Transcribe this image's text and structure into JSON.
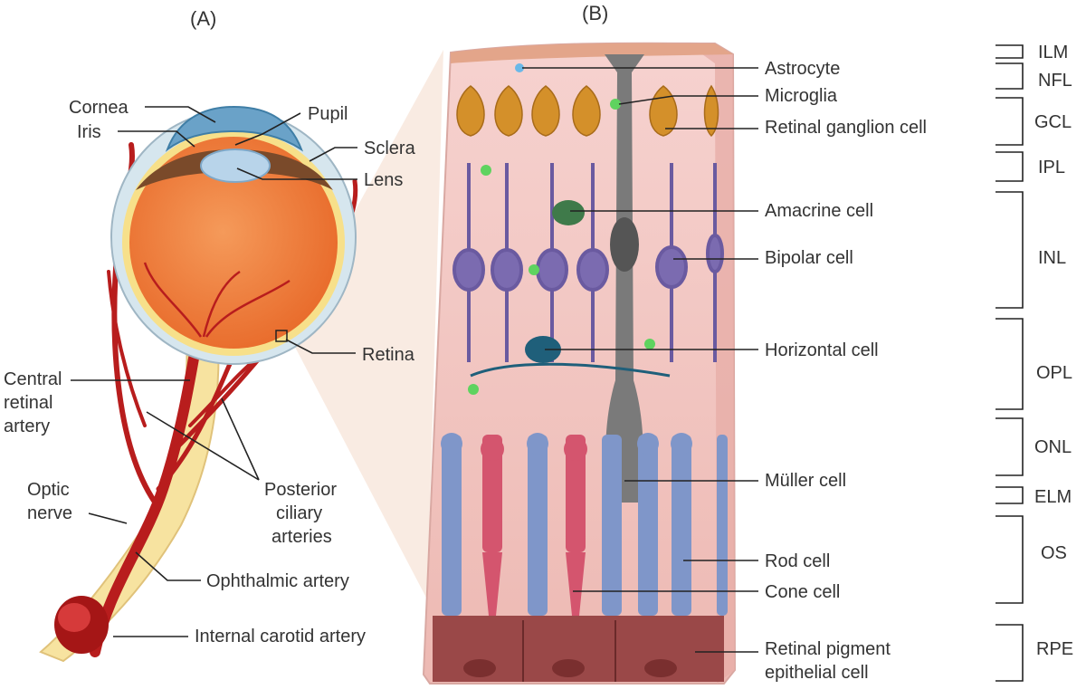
{
  "panel_a": {
    "title": "(A)",
    "labels": {
      "cornea": "Cornea",
      "iris": "Iris",
      "pupil": "Pupil",
      "sclera": "Sclera",
      "lens": "Lens",
      "retina": "Retina",
      "central_retinal_artery": [
        "Central",
        "retinal",
        "artery"
      ],
      "optic_nerve": [
        "Optic",
        "nerve"
      ],
      "posterior_ciliary_arteries": [
        "Posterior",
        "ciliary",
        "arteries"
      ],
      "ophthalmic_artery": "Ophthalmic artery",
      "internal_carotid_artery": "Internal carotid artery"
    }
  },
  "panel_b": {
    "title": "(B)",
    "cells": {
      "astrocyte": "Astrocyte",
      "microglia": "Microglia",
      "retinal_ganglion_cell": "Retinal ganglion cell",
      "amacrine_cell": "Amacrine cell",
      "bipolar_cell": "Bipolar cell",
      "horizontal_cell": "Horizontal cell",
      "muller_cell": "Müller cell",
      "rod_cell": "Rod cell",
      "cone_cell": "Cone cell",
      "rpe_cell": [
        "Retinal pigment",
        "epithelial cell"
      ]
    },
    "layers": [
      "ILM",
      "NFL",
      "GCL",
      "IPL",
      "INL",
      "OPL",
      "ONL",
      "ELM",
      "OS",
      "RPE"
    ]
  },
  "colors": {
    "tissue": "#f2c9c4",
    "ganglion": "#d4902a",
    "bipolar": "#7b6bb0",
    "muller": "#6e6e6e",
    "amacrine": "#3f7a4a",
    "horizontal": "#1f5f7a",
    "microglia": "#5fd35f",
    "rod": "#7f96c9",
    "cone": "#d4556e",
    "rpe": "#8a3c3c",
    "artery": "#b81d1d",
    "nerve": "#f7e3a0",
    "eyeball": "#f07f3a"
  }
}
